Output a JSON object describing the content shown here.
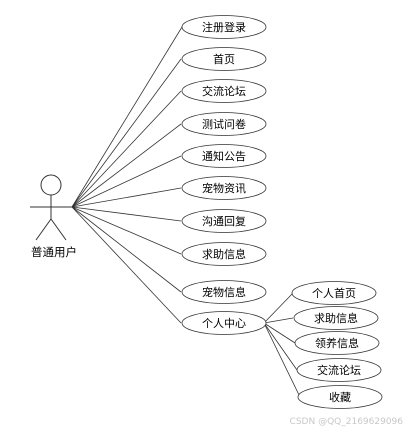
{
  "actor": {
    "label": "普通用户"
  },
  "use_cases": [
    {
      "id": "register",
      "label": "注册登录"
    },
    {
      "id": "home",
      "label": "首页"
    },
    {
      "id": "forum",
      "label": "交流论坛"
    },
    {
      "id": "quiz",
      "label": "测试问卷"
    },
    {
      "id": "notice",
      "label": "通知公告"
    },
    {
      "id": "pet-news",
      "label": "宠物资讯"
    },
    {
      "id": "contact",
      "label": "沟通回复"
    },
    {
      "id": "seek-help",
      "label": "求助信息"
    },
    {
      "id": "pet-info",
      "label": "宠物信息"
    },
    {
      "id": "personal-center",
      "label": "个人中心"
    }
  ],
  "sub_use_cases": [
    {
      "id": "personal-home",
      "label": "个人首页"
    },
    {
      "id": "my-help",
      "label": "求助信息"
    },
    {
      "id": "adoption",
      "label": "领养信息"
    },
    {
      "id": "my-forum",
      "label": "交流论坛"
    },
    {
      "id": "favorites",
      "label": "收藏"
    }
  ],
  "watermark": "CSDN @QQ_2169629096"
}
